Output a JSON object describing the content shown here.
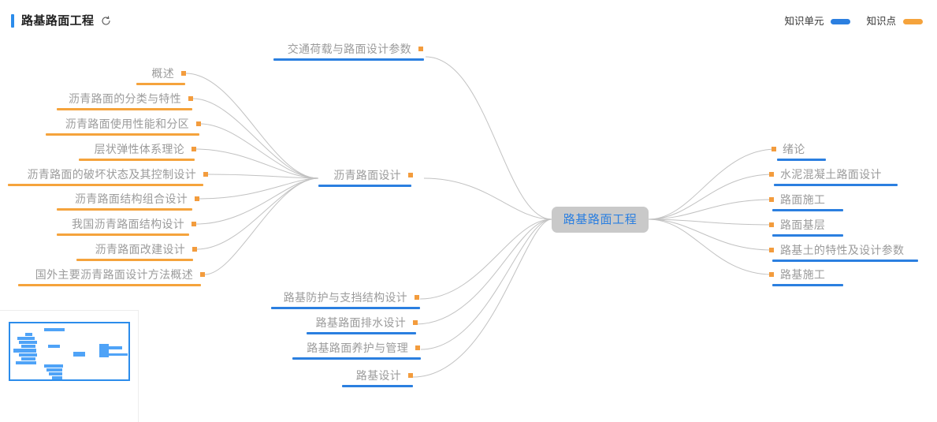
{
  "header": {
    "title": "路基路面工程",
    "refresh_icon": "refresh-circle-icon",
    "legend": [
      {
        "label": "知识单元",
        "color": "#2b7fe0",
        "icon": "blue-bar-swatch"
      },
      {
        "label": "知识点",
        "color": "#f5a33c",
        "icon": "orange-bar-swatch"
      }
    ]
  },
  "mindmap": {
    "root": {
      "label": "路基路面工程",
      "bg": "#c9c9c9",
      "text_color": "#2b7fe0"
    },
    "colors": {
      "knowledge_unit": "#2b7fe0",
      "knowledge_point": "#f5a33c",
      "link": "#bfbfbf",
      "node_text": "#9b9b9b"
    },
    "branch_center_left": {
      "label": "沥青路面设计",
      "type": "knowledge_unit",
      "children": [
        {
          "label": "概述",
          "type": "knowledge_point"
        },
        {
          "label": "沥青路面的分类与特性",
          "type": "knowledge_point"
        },
        {
          "label": "沥青路面使用性能和分区",
          "type": "knowledge_point"
        },
        {
          "label": "层状弹性体系理论",
          "type": "knowledge_point"
        },
        {
          "label": "沥青路面的破坏状态及其控制设计",
          "type": "knowledge_point"
        },
        {
          "label": "沥青路面结构组合设计",
          "type": "knowledge_point"
        },
        {
          "label": "我国沥青路面结构设计",
          "type": "knowledge_point"
        },
        {
          "label": "沥青路面改建设计",
          "type": "knowledge_point"
        },
        {
          "label": "国外主要沥青路面设计方法概述",
          "type": "knowledge_point"
        }
      ]
    },
    "left_units": [
      {
        "label": "交通荷载与路面设计参数",
        "type": "knowledge_unit"
      },
      {
        "label": "路基防护与支挡结构设计",
        "type": "knowledge_unit"
      },
      {
        "label": "路基路面排水设计",
        "type": "knowledge_unit"
      },
      {
        "label": "路基路面养护与管理",
        "type": "knowledge_unit"
      },
      {
        "label": "路基设计",
        "type": "knowledge_unit"
      }
    ],
    "right_units": [
      {
        "label": "绪论",
        "type": "knowledge_unit"
      },
      {
        "label": "水泥混凝土路面设计",
        "type": "knowledge_unit"
      },
      {
        "label": "路面施工",
        "type": "knowledge_unit"
      },
      {
        "label": "路面基层",
        "type": "knowledge_unit"
      },
      {
        "label": "路基土的特性及设计参数",
        "type": "knowledge_unit"
      },
      {
        "label": "路基施工",
        "type": "knowledge_unit"
      }
    ]
  },
  "minimap": {
    "name": "minimap-overview",
    "viewport_color": "#2b8ceb",
    "node_color": "#4fa3f7"
  }
}
